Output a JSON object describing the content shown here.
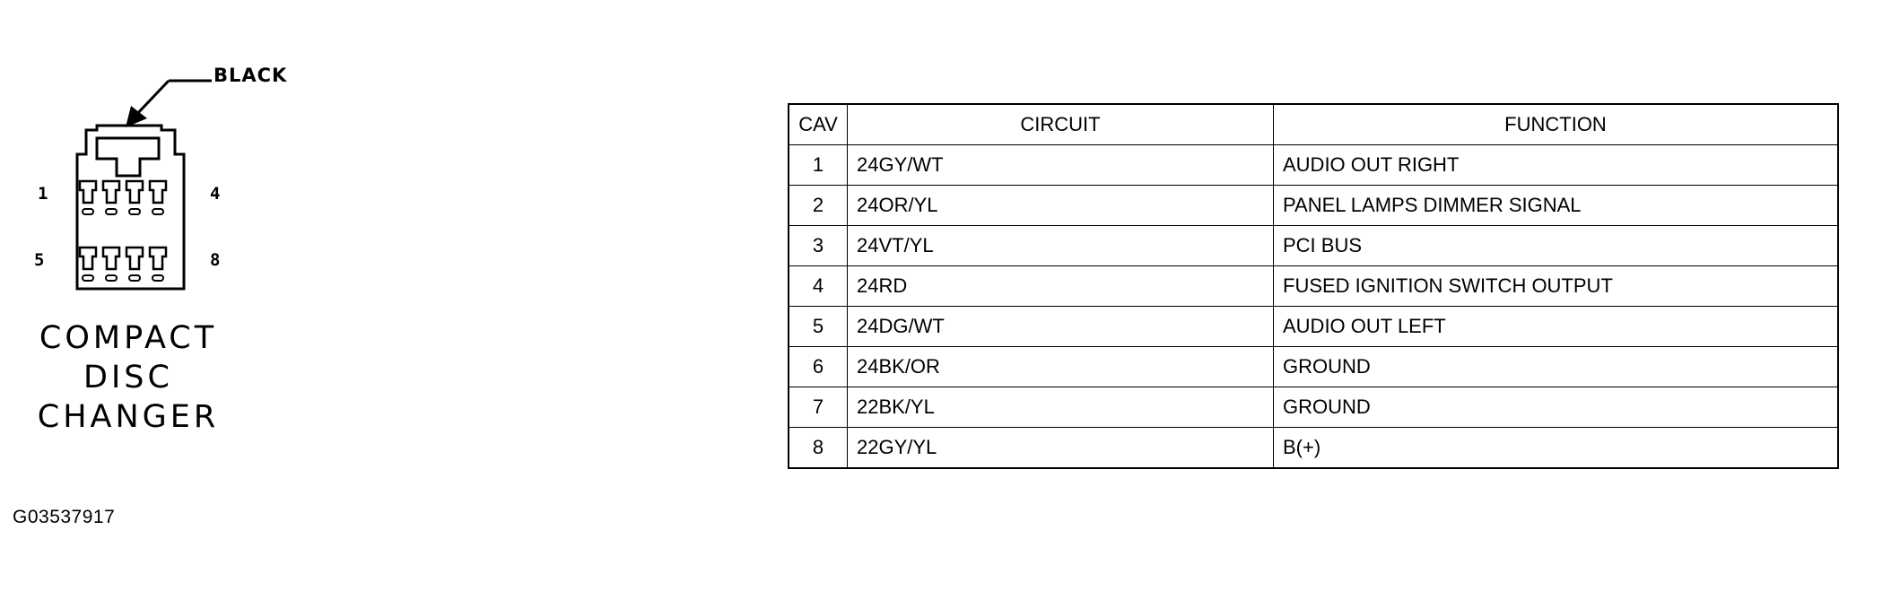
{
  "connector": {
    "color_label": "BLACK",
    "pin_labels": {
      "top_left": "1",
      "top_right": "4",
      "bottom_left": "5",
      "bottom_right": "8"
    },
    "caption_lines": [
      "COMPACT",
      "DISC",
      "CHANGER"
    ]
  },
  "figure_id": "G03537917",
  "table": {
    "headers": {
      "cav": "CAV",
      "circuit": "CIRCUIT",
      "function": "FUNCTION"
    },
    "rows": [
      {
        "cav": "1",
        "circuit": "24GY/WT",
        "function": "AUDIO OUT RIGHT"
      },
      {
        "cav": "2",
        "circuit": "24OR/YL",
        "function": "PANEL LAMPS DIMMER SIGNAL"
      },
      {
        "cav": "3",
        "circuit": "24VT/YL",
        "function": "PCI BUS"
      },
      {
        "cav": "4",
        "circuit": "24RD",
        "function": "FUSED IGNITION SWITCH OUTPUT"
      },
      {
        "cav": "5",
        "circuit": "24DG/WT",
        "function": "AUDIO OUT LEFT"
      },
      {
        "cav": "6",
        "circuit": "24BK/OR",
        "function": "GROUND"
      },
      {
        "cav": "7",
        "circuit": "22BK/YL",
        "function": "GROUND"
      },
      {
        "cav": "8",
        "circuit": "22GY/YL",
        "function": "B(+)"
      }
    ]
  }
}
